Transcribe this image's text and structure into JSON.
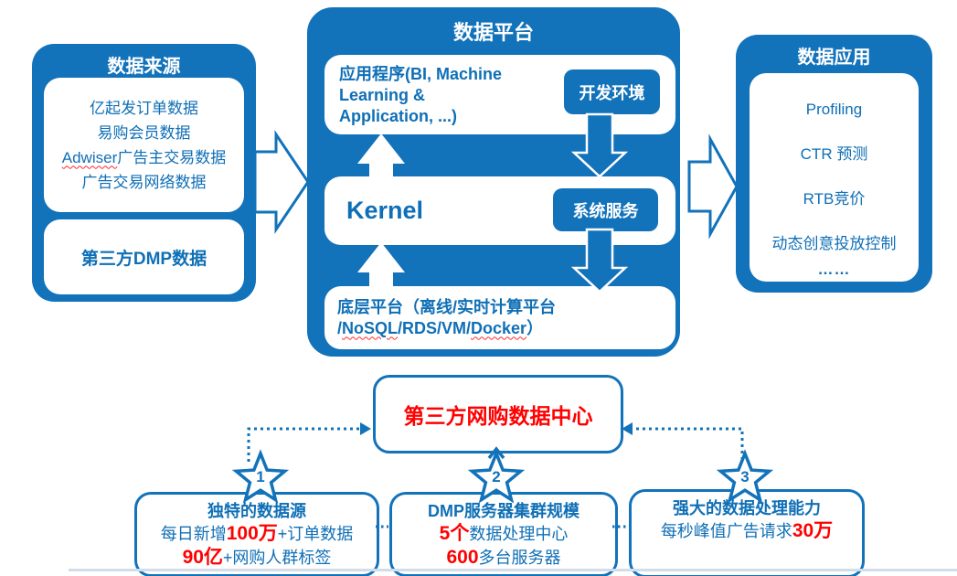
{
  "colors": {
    "blue": "#1272BA",
    "red": "#FF0000"
  },
  "sources": {
    "title": "数据来源",
    "line1": "亿起发订单数据",
    "line2": "易购会员数据",
    "line3_word": "Adwiser",
    "line3_rest": "广告主交易数据",
    "line4": "广告交易网络数据",
    "dmp": "第三方DMP数据"
  },
  "platform": {
    "title": "数据平台",
    "app_line1": "应用程序(BI, Machine",
    "app_line2": "Learning &",
    "app_line3": "Application, ...)",
    "dev_badge": "开发环境",
    "kernel": "Kernel",
    "service_badge": "系统服务",
    "infra_line1": "底层平台（离线/实时计算平台",
    "infra_a": "/",
    "infra_nosql": "NoSQL",
    "infra_b": "/RDS/VM/",
    "infra_docker": "Docker",
    "infra_c": "）"
  },
  "applications": {
    "title": "数据应用",
    "item1": "Profiling",
    "item2": "CTR 预测",
    "item3": "RTB竞价",
    "item4": "动态创意投放控制",
    "item5": "……"
  },
  "hub": {
    "label": "第三方网购数据中心"
  },
  "features": {
    "f1": {
      "badge": "1",
      "title": "独特的数据源",
      "l1a": "每日新增",
      "l1b": "100万",
      "l1c": "+订单数据",
      "l2a": "90亿",
      "l2b": "+网购人群标签"
    },
    "f2": {
      "badge": "2",
      "title": "DMP服务器集群规模",
      "l1a": "5个",
      "l1b": "数据处理中心",
      "l2a": "600",
      "l2b": "多台服务器"
    },
    "f3": {
      "badge": "3",
      "title": "强大的数据处理能力",
      "l1a": "每秒峰值广告请求",
      "l1b": "30万"
    }
  }
}
